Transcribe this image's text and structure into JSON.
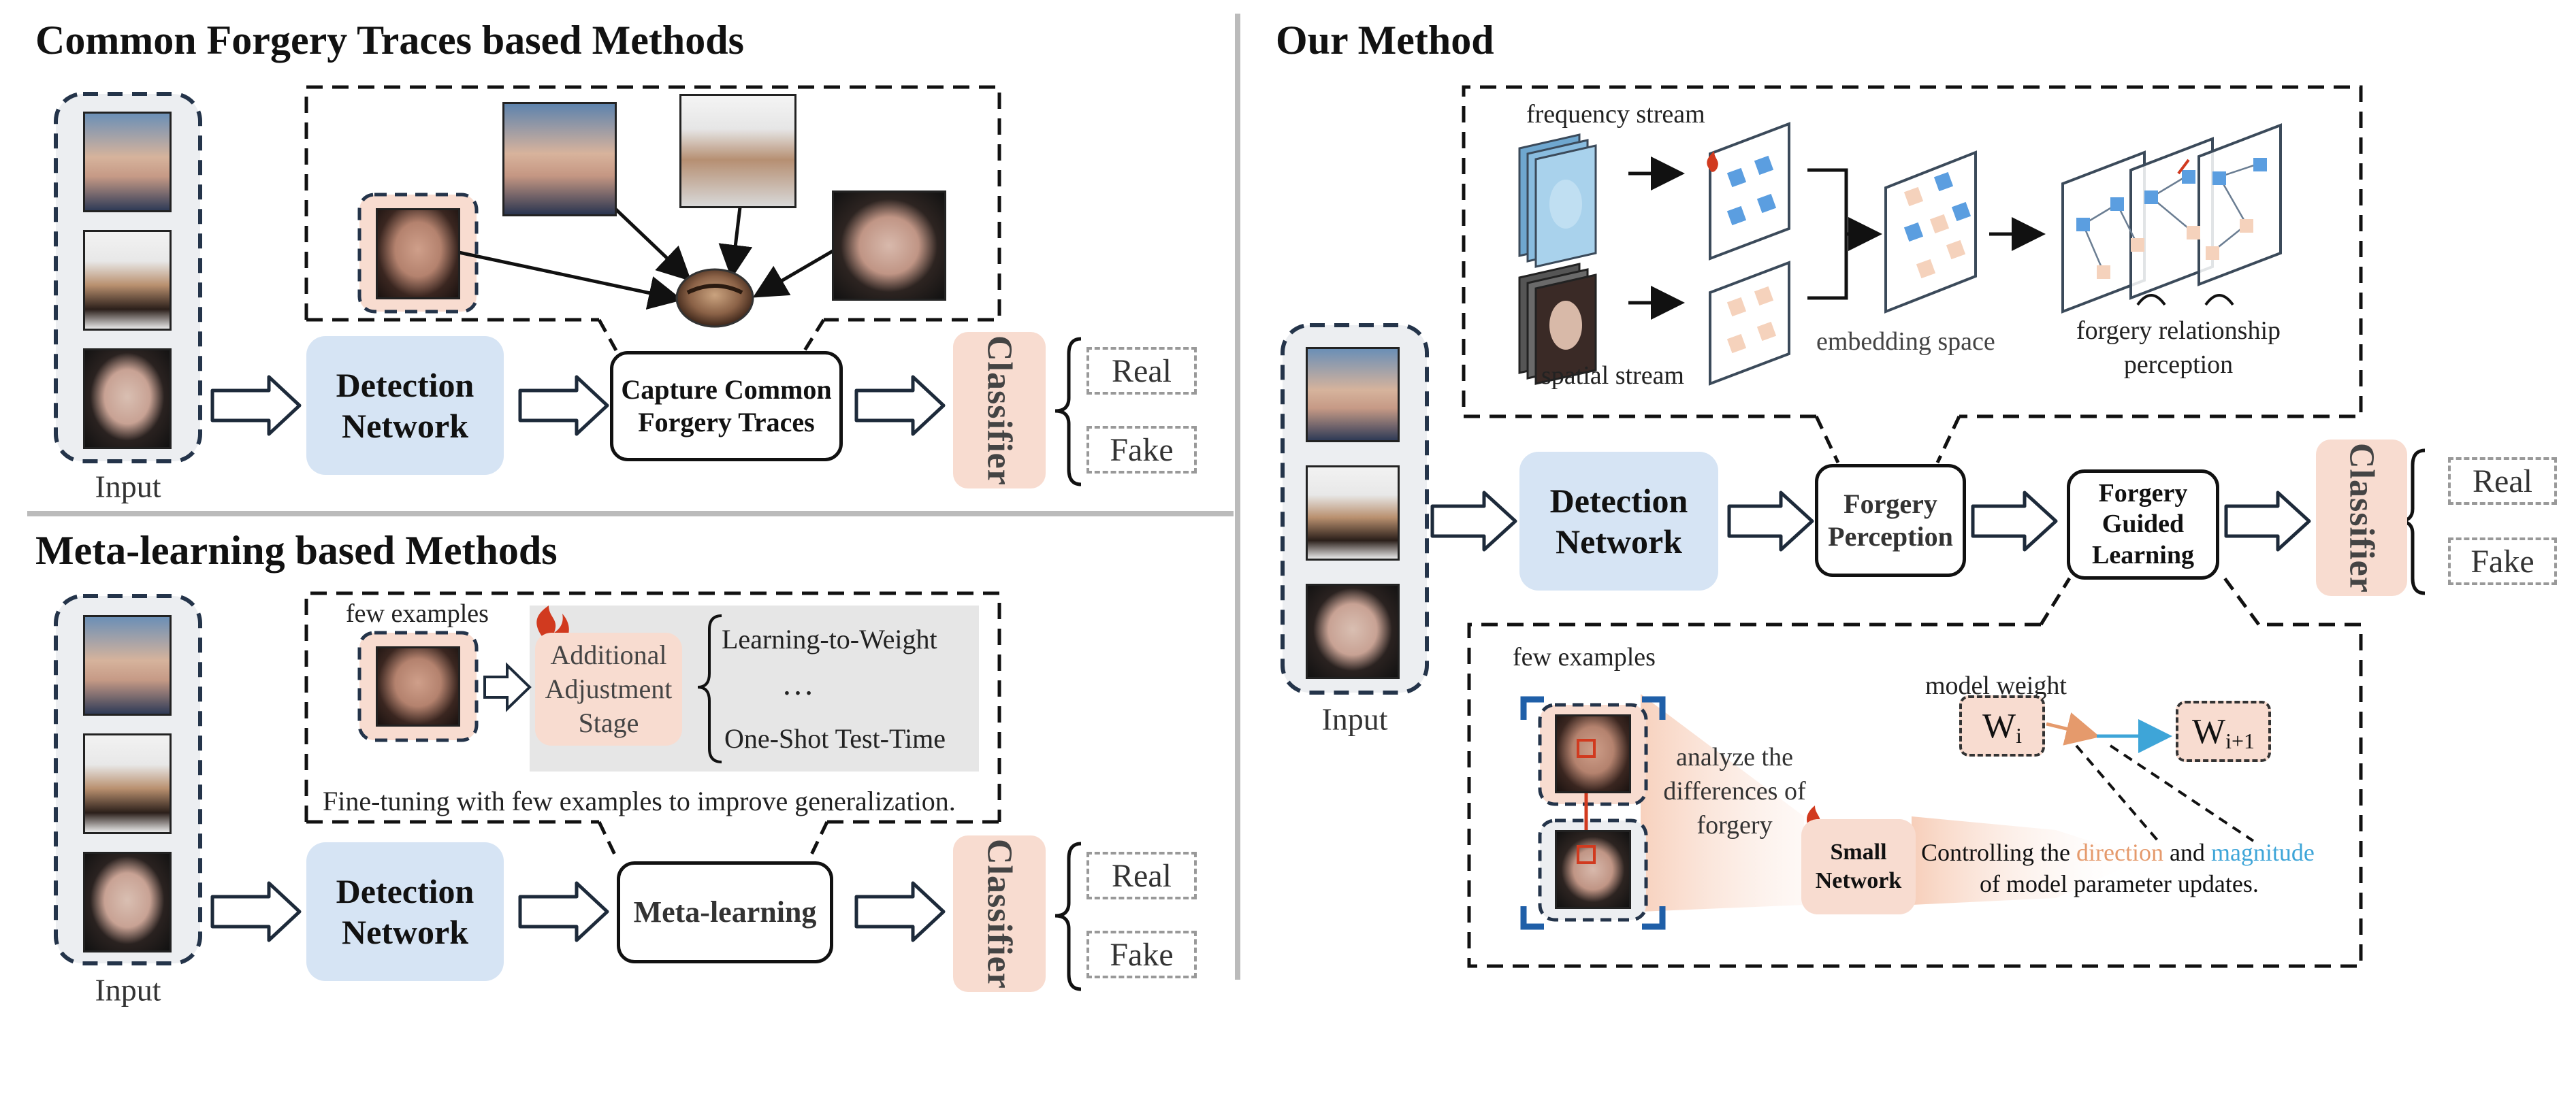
{
  "left_top": {
    "title": "Common Forgery Traces based Methods",
    "input_label": "Input",
    "detection_network": "Detection Network",
    "capture_box": "Capture Common Forgery Traces",
    "classifier": "Classifier",
    "real": "Real",
    "fake": "Fake"
  },
  "left_bottom": {
    "title": "Meta-learning based Methods",
    "input_label": "Input",
    "few_examples": "few examples",
    "adjustment_stage": "Additional Adjustment Stage",
    "learning_to_weight": "Learning-to-Weight",
    "ellipsis": "…",
    "one_shot": "One-Shot Test-Time",
    "finetune_note": "Fine-tuning with few examples to improve generalization.",
    "detection_network": "Detection Network",
    "meta_learning": "Meta-learning",
    "classifier": "Classifier",
    "real": "Real",
    "fake": "Fake"
  },
  "right": {
    "title": "Our Method",
    "frequency_stream": "frequency stream",
    "spatial_stream": "spatial stream",
    "embedding_space": "embedding space",
    "forgery_relationship": "forgery relationship",
    "perception": "perception",
    "input_label": "Input",
    "detection_network": "Detection Network",
    "forgery_perception": "Forgery Perception",
    "forgery_guided_learning": "Forgery Guided Learning",
    "classifier": "Classifier",
    "real": "Real",
    "fake": "Fake",
    "few_examples": "few examples",
    "model_weight": "model weight",
    "w_i_base": "W",
    "w_i_sub": "i",
    "w_next_base": "W",
    "w_next_sub": "i+1",
    "analyze_line1": "analyze the",
    "analyze_line2": "differences of",
    "analyze_line3": "forgery",
    "small_network": "Small Network",
    "controlling_prefix": "Controlling the ",
    "direction": "direction",
    "and": " and ",
    "magnitude": "magnitude",
    "controlling_line2": "of model parameter updates."
  },
  "colors": {
    "detection_blue": "#d6e4f4",
    "classifier_pink": "#f8dcd0",
    "direction_orange": "#e59a6c",
    "magnitude_cyan": "#3ea5d8",
    "divider_gray": "#bbbbbb"
  }
}
